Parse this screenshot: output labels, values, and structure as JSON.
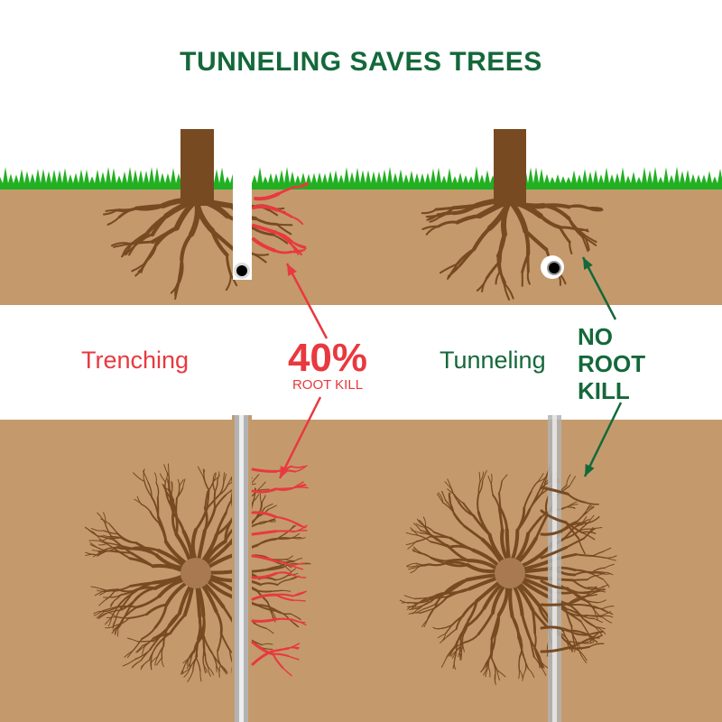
{
  "title": "TUNNELING SAVES TREES",
  "left": {
    "label": "Trenching",
    "stat": "40%",
    "stat_caption": "ROOT KILL"
  },
  "right": {
    "label": "Tunneling",
    "caption_lines": [
      "NO",
      "ROOT",
      "KILL"
    ]
  },
  "colors": {
    "soil": "#c49a6c",
    "trunk": "#774a22",
    "grass": "#22b022",
    "red": "#e8393f",
    "green": "#14683a",
    "pipe": "#b3b3b3"
  }
}
